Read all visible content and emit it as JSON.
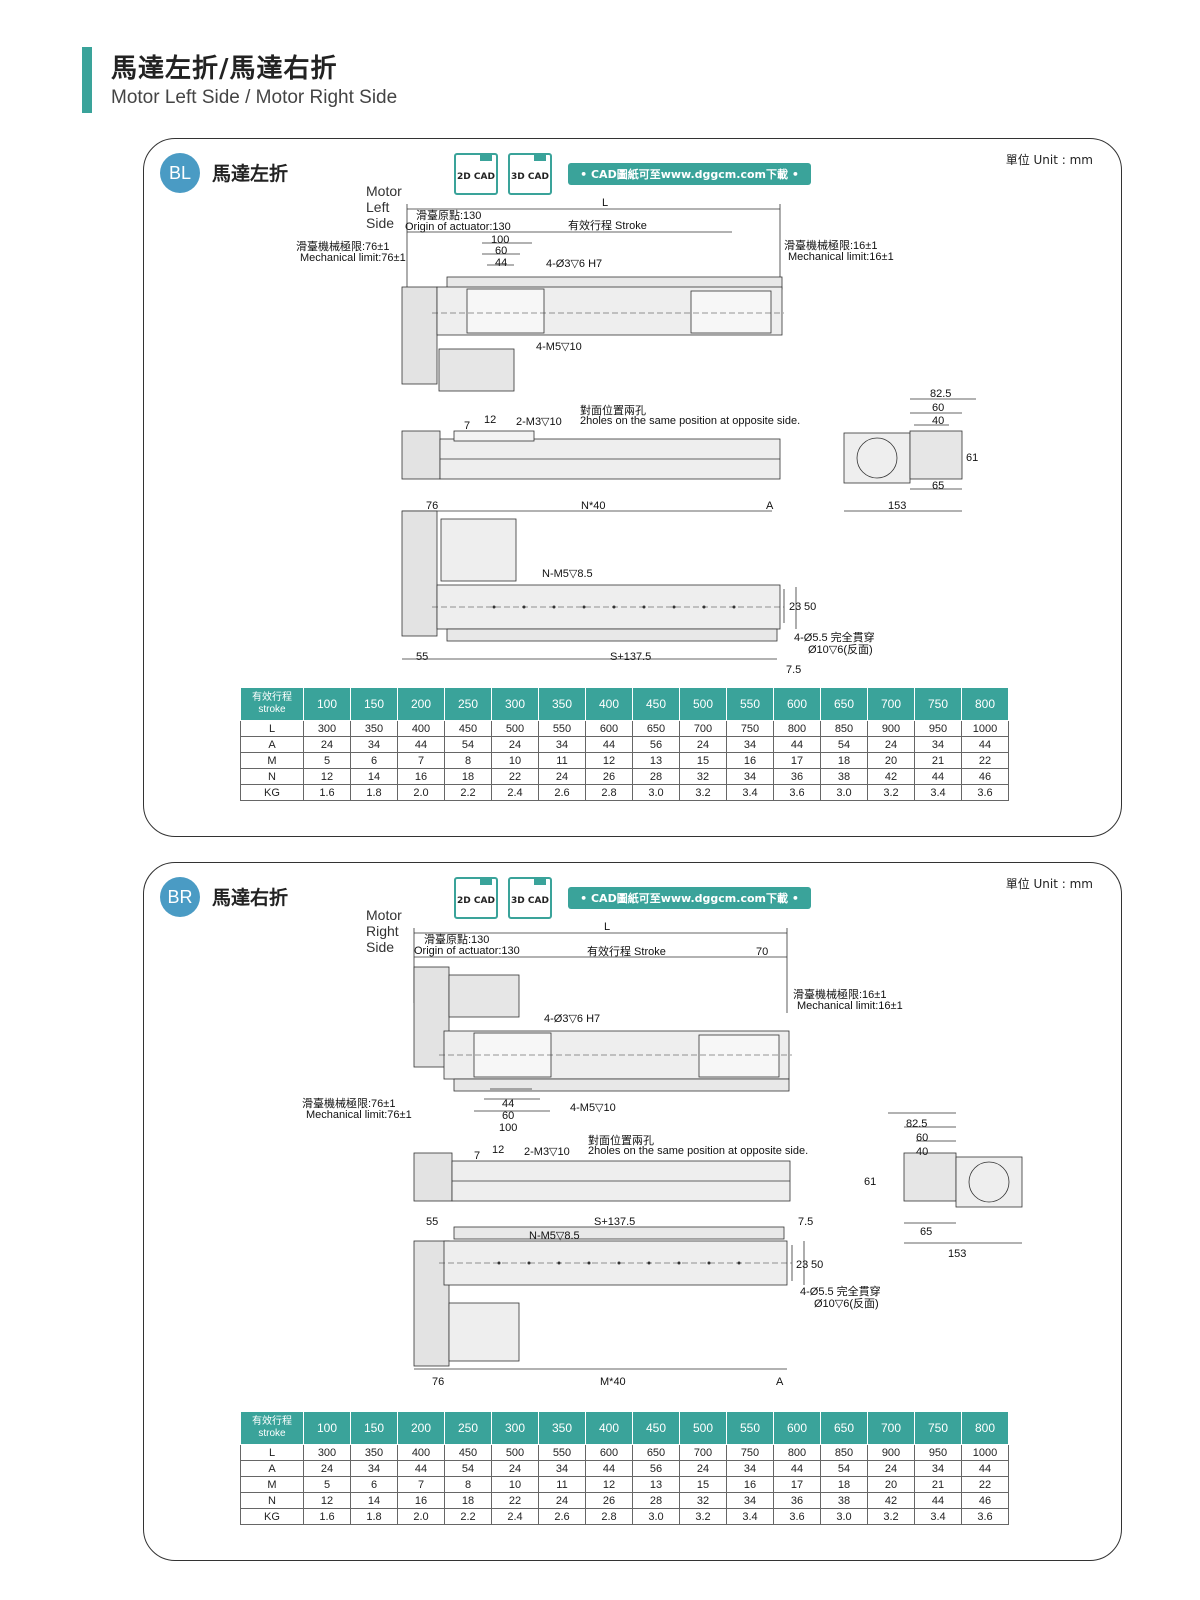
{
  "header": {
    "title_zh": "馬達左折/馬達右折",
    "title_en": "Motor Left Side / Motor Right Side"
  },
  "unit_label": "單位 Unit : mm",
  "cad": {
    "btn2d": "2D CAD",
    "btn3d": "3D CAD",
    "download": "• CAD圖紙可至www.dggcm.com下載 •"
  },
  "left": {
    "badge": "BL",
    "title_zh": "馬達左折",
    "title_en": "Motor Left Side",
    "labels": {
      "L": "L",
      "origin": "滑臺原點:130",
      "origin_en": "Origin of actuator:130",
      "stroke": "有效行程  Stroke",
      "mech_left": "滑臺機械極限:76±1",
      "mech_left_en": "Mechanical limit:76±1",
      "mech_right": "滑臺機械極限:16±1",
      "mech_right_en": "Mechanical limit:16±1",
      "d100": "100",
      "d60": "60",
      "d44": "44",
      "holes_top": "4-Ø3▽6 H7",
      "holes_m5": "4-M5▽10",
      "d7": "7",
      "d12": "12",
      "m3": "2-M3▽10",
      "opposite": "對面位置兩孔",
      "opposite_en": "2holes on the same position at opposite side.",
      "d825": "82.5",
      "d60b": "60",
      "d40": "40",
      "d61": "61",
      "d65": "65",
      "d153": "153",
      "d76": "76",
      "n40": "N*40",
      "A": "A",
      "nm5": "N-M5▽8.5",
      "d23": "23",
      "d50": "50",
      "thru": "4-Ø5.5  完全貫穿",
      "cb": "Ø10▽6(反面)",
      "d55": "55",
      "s1375": "S+137.5",
      "d75": "7.5"
    }
  },
  "right": {
    "badge": "BR",
    "title_zh": "馬達右折",
    "title_en": "Motor Right Side",
    "labels": {
      "L": "L",
      "origin": "滑臺原點:130",
      "origin_en": "Origin of actuator:130",
      "stroke": "有效行程  Stroke",
      "d70": "70",
      "mech_right": "滑臺機械極限:16±1",
      "mech_right_en": "Mechanical limit:16±1",
      "mech_left": "滑臺機械極限:76±1",
      "mech_left_en": "Mechanical limit:76±1",
      "holes_top": "4-Ø3▽6 H7",
      "holes_m5": "4-M5▽10",
      "d44": "44",
      "d60": "60",
      "d100": "100",
      "d7": "7",
      "d12": "12",
      "m3": "2-M3▽10",
      "opposite": "對面位置兩孔",
      "opposite_en": "2holes on the same position at opposite side.",
      "d825": "82.5",
      "d60b": "60",
      "d40": "40",
      "d61": "61",
      "d65": "65",
      "d153": "153",
      "d55": "55",
      "s1375": "S+137.5",
      "d75": "7.5",
      "nm5": "N-M5▽8.5",
      "d23": "23",
      "d50": "50",
      "thru": "4-Ø5.5  完全貫穿",
      "cb": "Ø10▽6(反面)",
      "d76": "76",
      "m40": "M*40",
      "A": "A"
    }
  },
  "table": {
    "stroke_label_zh": "有效行程",
    "stroke_label_en": "stroke",
    "strokes": [
      "100",
      "150",
      "200",
      "250",
      "300",
      "350",
      "400",
      "450",
      "500",
      "550",
      "600",
      "650",
      "700",
      "750",
      "800"
    ],
    "rows": [
      {
        "label": "L",
        "values": [
          "300",
          "350",
          "400",
          "450",
          "500",
          "550",
          "600",
          "650",
          "700",
          "750",
          "800",
          "850",
          "900",
          "950",
          "1000"
        ]
      },
      {
        "label": "A",
        "values": [
          "24",
          "34",
          "44",
          "54",
          "24",
          "34",
          "44",
          "56",
          "24",
          "34",
          "44",
          "54",
          "24",
          "34",
          "44"
        ]
      },
      {
        "label": "M",
        "values": [
          "5",
          "6",
          "7",
          "8",
          "10",
          "11",
          "12",
          "13",
          "15",
          "16",
          "17",
          "18",
          "20",
          "21",
          "22"
        ]
      },
      {
        "label": "N",
        "values": [
          "12",
          "14",
          "16",
          "18",
          "22",
          "24",
          "26",
          "28",
          "32",
          "34",
          "36",
          "38",
          "42",
          "44",
          "46"
        ]
      },
      {
        "label": "KG",
        "values": [
          "1.6",
          "1.8",
          "2.0",
          "2.2",
          "2.4",
          "2.6",
          "2.8",
          "3.0",
          "3.2",
          "3.4",
          "3.6",
          "3.0",
          "3.2",
          "3.4",
          "3.6"
        ]
      }
    ]
  }
}
